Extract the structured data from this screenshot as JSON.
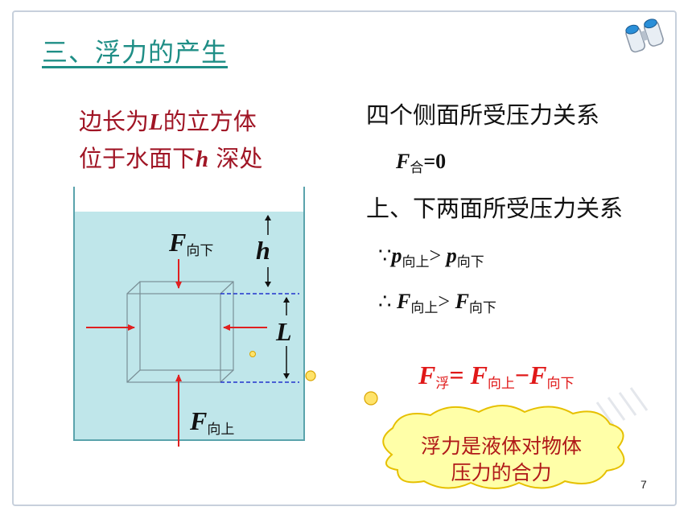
{
  "title": "三、浮力的产生",
  "caption": {
    "line1_before": "边长为",
    "line1_var": "L",
    "line1_after": "的立方体",
    "line2_before": "位于水面下",
    "line2_var": "h",
    "line2_after": " 深处"
  },
  "diagram": {
    "f_symbol": "F",
    "label_down_sub": "向下",
    "label_up_sub": "向上",
    "label_h": "h",
    "label_L": "L"
  },
  "right": {
    "heading1": "四个侧面所受压力关系",
    "f_net_symbol": "F",
    "f_net_sub": "合",
    "f_net_value": "=0",
    "heading2": "上、下两面所受压力关系",
    "because": "∵",
    "p_symbol": "p",
    "up_sub": "向上",
    "down_sub": "向下",
    "gt": "> ",
    "therefore": "∴ ",
    "f_symbol": "F"
  },
  "buoyancy": {
    "f_symbol": "F",
    "sub_buoy": "浮",
    "eq": "= ",
    "sub_up": "向上",
    "minus": "−",
    "sub_down": "向下"
  },
  "cloud_text_line1": "浮力是液体对物体",
  "cloud_text_line2": "压力的合力",
  "page_number": "7",
  "colors": {
    "title": "#1f8e86",
    "caption": "#a01525",
    "water": "#bfe6ea",
    "arrow": "#e02020",
    "dashed": "#2233cc",
    "cloud_fill": "#ffffa8",
    "cloud_stroke": "#e6c000"
  }
}
